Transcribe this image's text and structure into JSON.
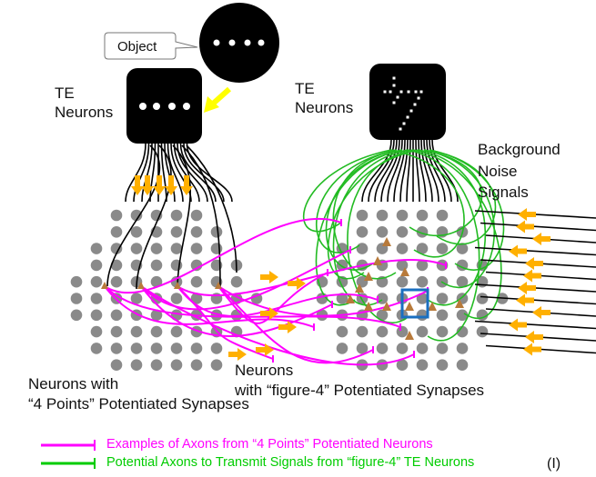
{
  "object_label": "Object",
  "left_te": {
    "line1": "TE",
    "line2": "Neurons",
    "pattern": "4 points"
  },
  "right_te": {
    "line1": "TE",
    "line2": "Neurons",
    "pattern": "figure-4"
  },
  "noise": {
    "line1": "Background",
    "line2": "Noise",
    "line3": "Signals"
  },
  "left_group": {
    "line1": "Neurons with",
    "line2": "“4 Points” Potentiated Synapses"
  },
  "right_group": {
    "line1": "Neurons",
    "line2": "with “figure-4” Potentiated Synapses"
  },
  "legend": [
    {
      "label": "Examples of Axons from “4 Points” Potentiated Neurons",
      "color": "#ff00ff"
    },
    {
      "label": "Potential Axons to Transmit Signals from “figure-4” TE Neurons",
      "color": "#00cc00"
    }
  ],
  "panel_label": "(I)",
  "colors": {
    "arrow": "#ffb000",
    "highlight_box": "#1a6fc0",
    "neuron": "#8a8a8a",
    "synapse": "#b87a3a",
    "input_arrow": "#ffff00"
  }
}
